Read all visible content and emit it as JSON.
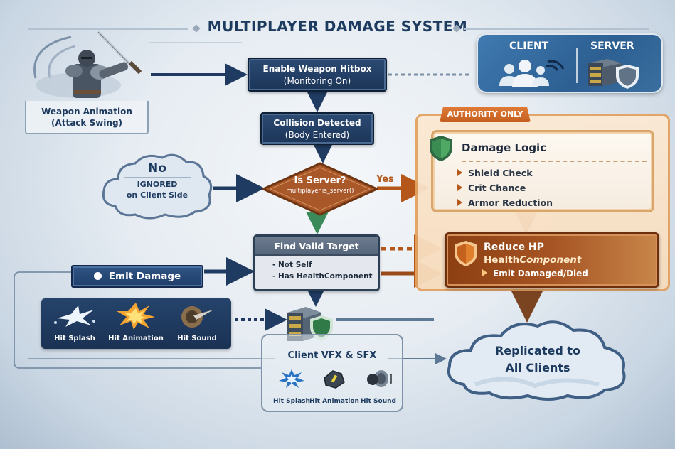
{
  "title": "MULTIPLAYER DAMAGE SYSTEM",
  "weapon_animation": {
    "line1": "Weapon Animation",
    "line2": "(Attack Swing)",
    "icon": "armored-knight-sword-swing"
  },
  "legend": {
    "client_label": "CLIENT",
    "server_label": "SERVER",
    "client_icon": "users-wifi-icon",
    "server_icon": "server-shield-icon"
  },
  "flow": {
    "enable_hitbox": {
      "line1": "Enable Weapon Hitbox",
      "line2": "(Monitoring On)"
    },
    "collision": {
      "line1": "Collision Detected",
      "line2": "(Body Entered)"
    },
    "decision": {
      "question": "Is Server?",
      "code": "multiplayer.is_server()",
      "yes_label": "Yes"
    },
    "no_branch": {
      "title": "No",
      "line1": "IGNORED",
      "line2": "on Client Side"
    },
    "find_target": {
      "title": "Find Valid Target",
      "items": [
        "- Not Self",
        "- Has HealthComponent"
      ]
    },
    "emit_damage": {
      "label": "Emit Damage",
      "icon": "signal-icon"
    }
  },
  "authority": {
    "tag": "AUTHORITY ONLY",
    "damage_logic": {
      "title": "Damage Logic",
      "icon": "green-shield-icon",
      "items": [
        "Shield Check",
        "Crit Chance",
        "Armor Reduction"
      ]
    },
    "reduce_hp": {
      "title": "Reduce HP",
      "sub_prefix": "Health",
      "sub_suffix": "Component",
      "emit": "Emit Damaged/Died",
      "icon": "orange-shield-icon"
    }
  },
  "emit_effects": [
    {
      "label": "Hit Splash",
      "icon": "splash-icon"
    },
    {
      "label": "Hit Animation",
      "icon": "explosion-icon"
    },
    {
      "label": "Hit Sound",
      "icon": "horn-sound-icon"
    }
  ],
  "client_vfx": {
    "title": "Client VFX & SFX",
    "items": [
      {
        "label": "Hit Splash",
        "icon": "splash-icon"
      },
      {
        "label": "Hit Animation",
        "icon": "gauntlet-icon"
      },
      {
        "label": "Hit Sound",
        "icon": "speaker-icon"
      }
    ]
  },
  "replicated": {
    "line1": "Replicated to",
    "line2": "All Clients"
  },
  "colors": {
    "navy": "#1d3a5f",
    "box_blue": "#203e68",
    "authority_orange": "#c55f20",
    "logic_bg": "#fdf8f1",
    "reduce_brown": "#8c3f12",
    "decision_brown": "#a9582a",
    "panel_blue": "#2d5f92",
    "green_arrow": "#3b8a5a"
  }
}
